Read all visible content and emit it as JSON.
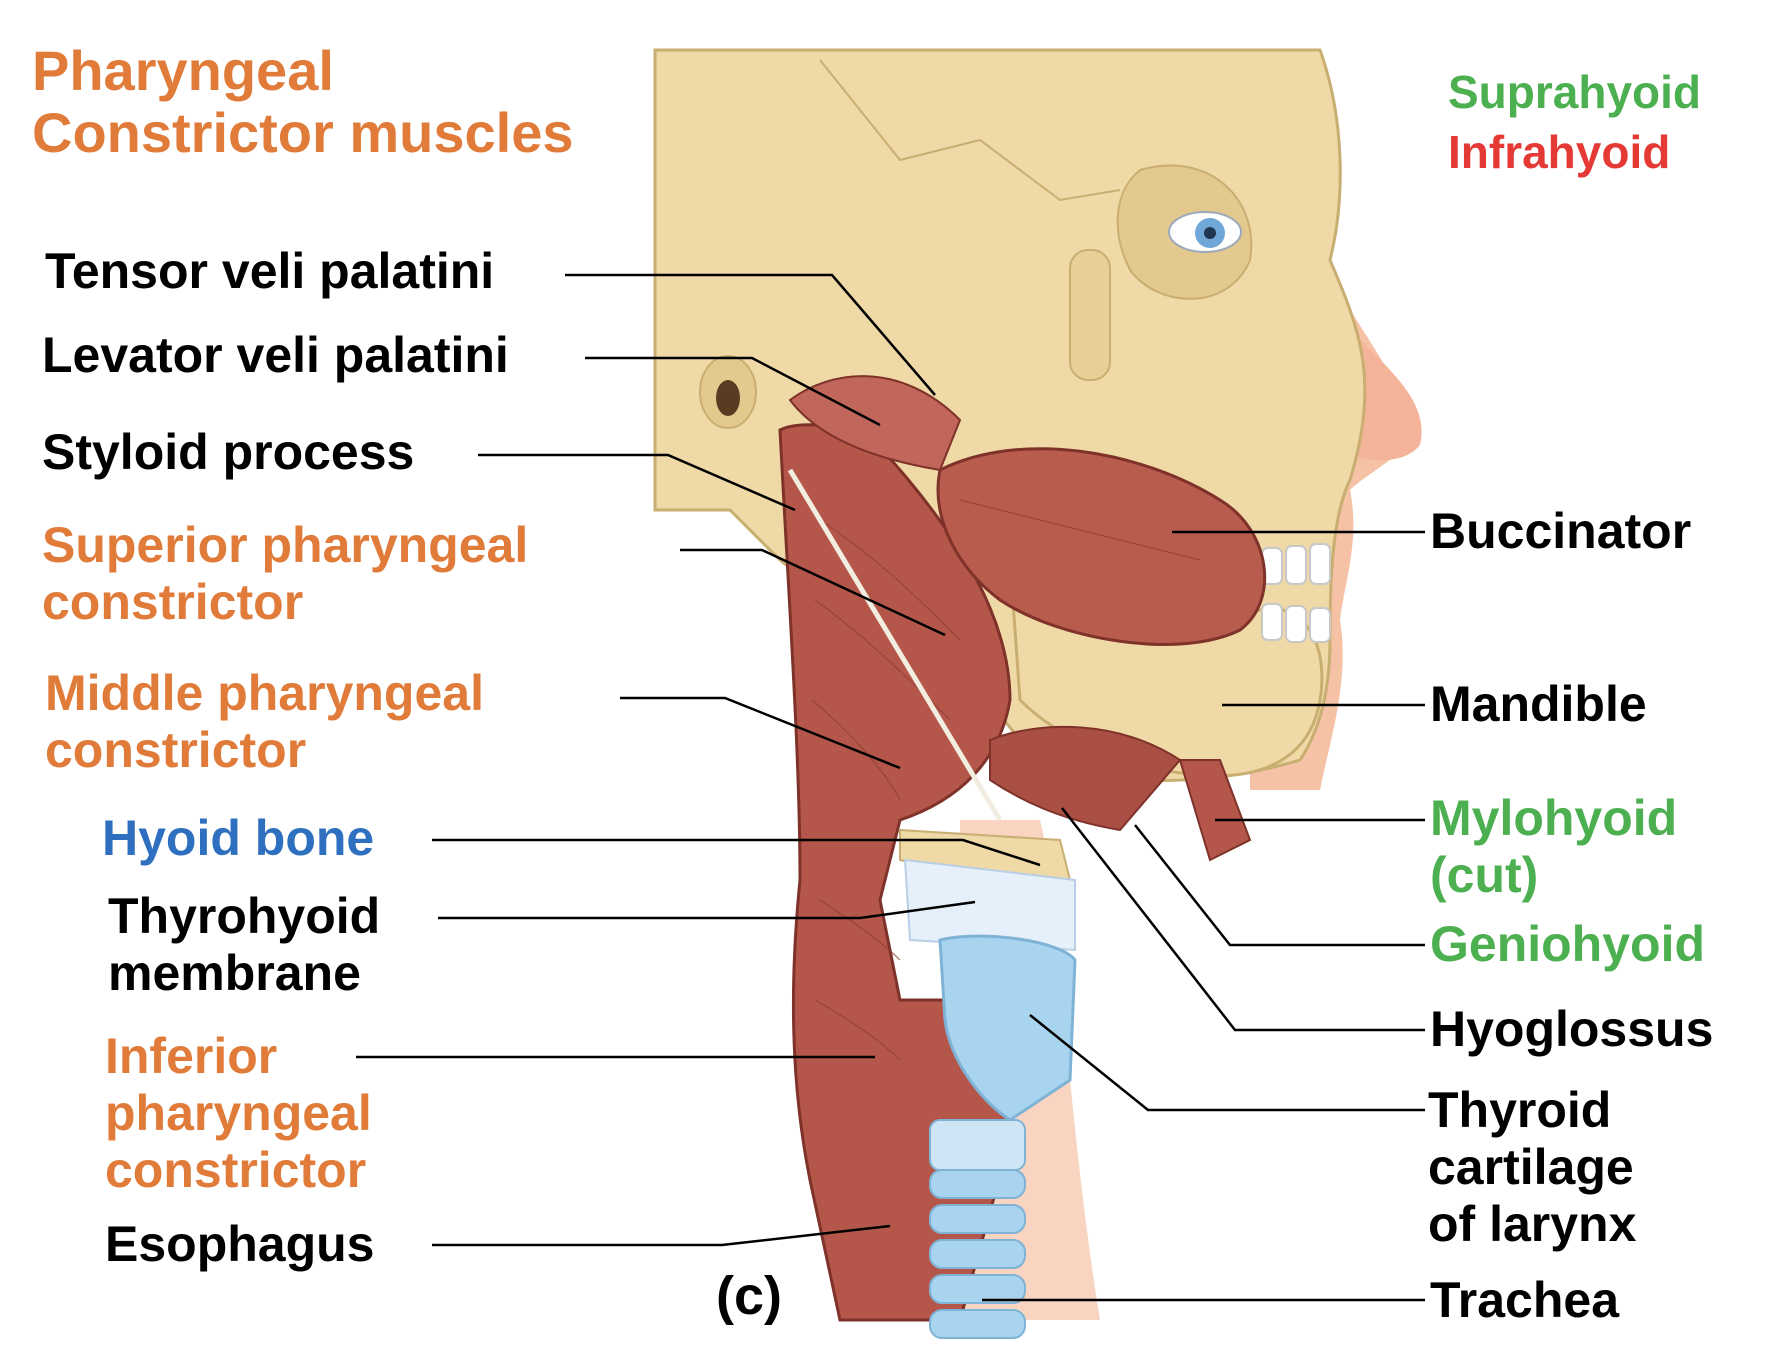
{
  "colors": {
    "orange": "#E07B39",
    "green": "#4CAF50",
    "red": "#E53935",
    "blue": "#2F6FBF",
    "muscle": "#B4574A",
    "bone": "#EFD9A6",
    "cartilage": "#A9D4F0",
    "skin": "#F5C2A6"
  },
  "title": {
    "line1": "Pharyngeal",
    "line2": "Constrictor muscles"
  },
  "legend": {
    "suprahyoid": "Suprahyoid",
    "infrahyoid": "Infrahyoid"
  },
  "panel_label": "(c)",
  "labels_left": {
    "tensor_veli_palatini": "Tensor veli palatini",
    "levator_veli_palatini": "Levator veli palatini",
    "styloid_process": "Styloid process",
    "superior_pharyngeal_constrictor": [
      "Superior pharyngeal",
      "constrictor"
    ],
    "middle_pharyngeal_constrictor": [
      "Middle pharyngeal",
      "constrictor"
    ],
    "hyoid_bone": "Hyoid bone",
    "thyrohyoid_membrane": [
      "Thyrohyoid",
      "membrane"
    ],
    "inferior_pharyngeal_constrictor": [
      "Inferior",
      "pharyngeal",
      "constrictor"
    ],
    "esophagus": "Esophagus"
  },
  "labels_right": {
    "buccinator": "Buccinator",
    "mandible": "Mandible",
    "mylohyoid": [
      "Mylohyoid",
      "(cut)"
    ],
    "geniohyoid": "Geniohyoid",
    "hyoglossus": "Hyoglossus",
    "thyroid_cartilage": [
      "Thyroid",
      "cartilage",
      "of larynx"
    ],
    "trachea": "Trachea"
  }
}
